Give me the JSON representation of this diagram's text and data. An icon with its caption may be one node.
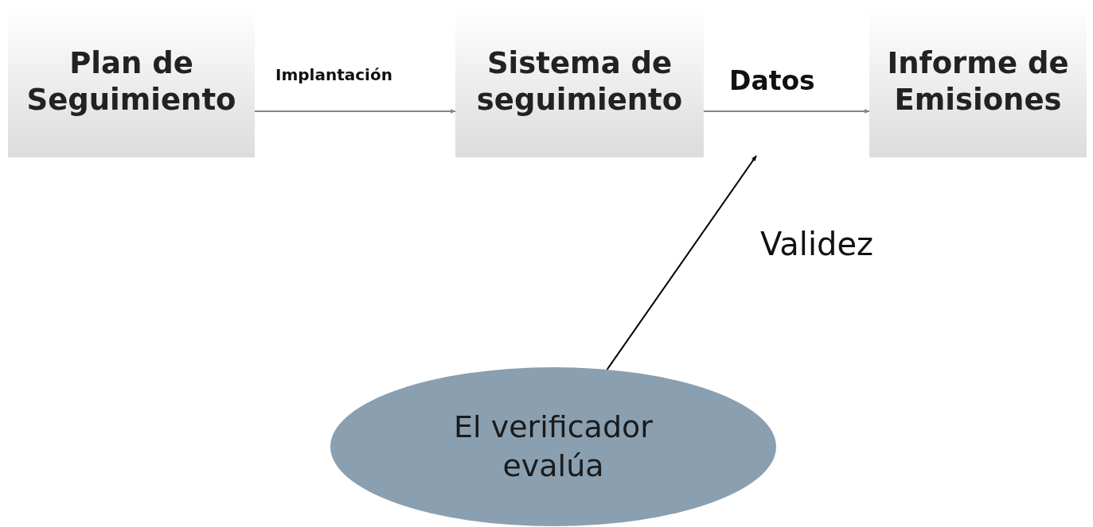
{
  "diagram": {
    "nodes": [
      {
        "text": [
          "Plan de Seguimiento"
        ]
      },
      {
        "text": [
          "Sistema de seguimiento"
        ]
      },
      {
        "text": [
          "Informe de Emisiones"
        ]
      },
      {
        "text": [
          "El verificador evalúa"
        ]
      }
    ],
    "edges": [
      {
        "from": 0,
        "to": 1,
        "arrow": "to",
        "label": "Implantación"
      },
      {
        "from": 1,
        "to": 2,
        "arrow": "to",
        "label": "Datos"
      },
      {
        "from": 3,
        "to": null,
        "arrow": "to",
        "label": "Validez",
        "color": "#000000"
      }
    ]
  }
}
